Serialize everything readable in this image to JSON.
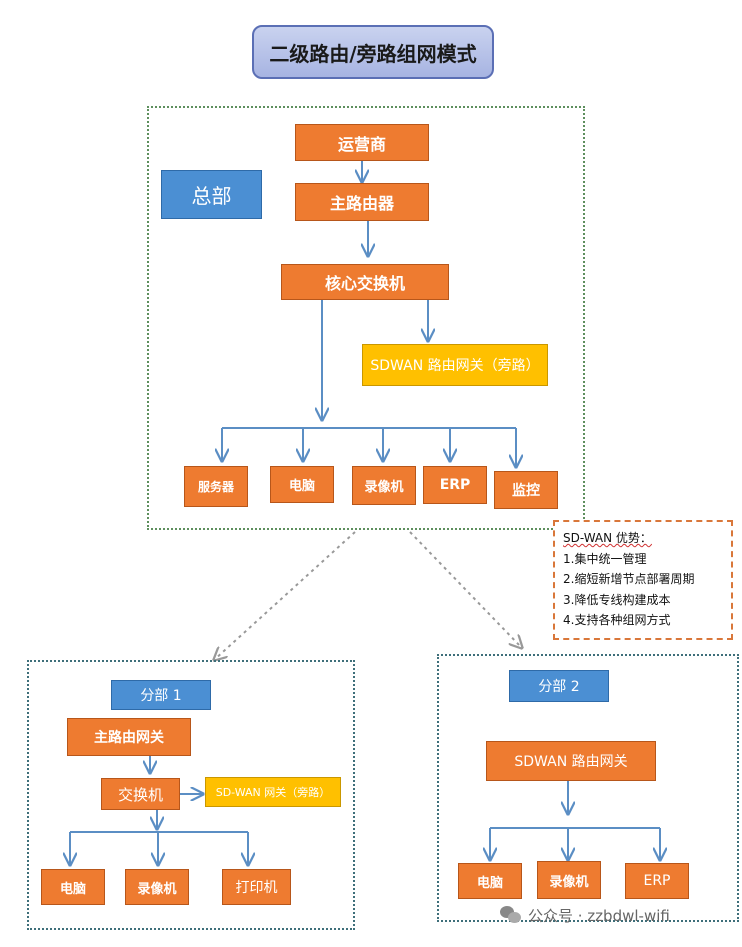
{
  "title": "二级路由/旁路组网模式",
  "hq": {
    "label": "总部",
    "isp": "运营商",
    "main_router": "主路由器",
    "core_switch": "核心交换机",
    "sdwan_gateway": "SDWAN 路由网关（旁路）",
    "devices": [
      "服务器",
      "电脑",
      "录像机",
      "ERP",
      "监控"
    ]
  },
  "advantages": {
    "heading": "SD-WAN 优势：",
    "items": [
      "1.集中统一管理",
      "2.缩短新增节点部署周期",
      "3.降低专线构建成本",
      "4.支持各种组网方式"
    ]
  },
  "branch1": {
    "label": "分部 1",
    "main_gateway": "主路由网关",
    "switch": "交换机",
    "sdwan_gateway": "SD-WAN 网关（旁路）",
    "devices": [
      "电脑",
      "录像机",
      "打印机"
    ]
  },
  "branch2": {
    "label": "分部 2",
    "sdwan_gateway": "SDWAN 路由网关",
    "devices": [
      "电脑",
      "录像机",
      "ERP"
    ]
  },
  "watermark": "公众号 · zzbdwl-wifi",
  "colors": {
    "node_orange": "#ee7b30",
    "gateway_yellow": "#ffc000",
    "label_blue": "#4b8fd3",
    "title_fill": "#b3bee6",
    "connector_blue": "#5b8ec4"
  }
}
